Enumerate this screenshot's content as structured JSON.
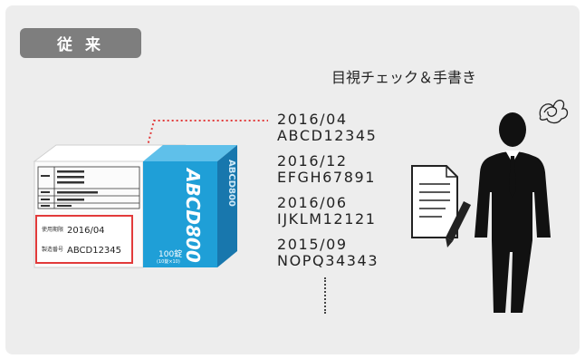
{
  "tag_label": "従 来",
  "caption": "目視チェック＆手書き",
  "entries": [
    {
      "date": "2016/04",
      "code": "ABCD12345"
    },
    {
      "date": "2016/12",
      "code": "EFGH67891"
    },
    {
      "date": "2016/06",
      "code": "IJKLM12121"
    },
    {
      "date": "2015/09",
      "code": "NOPQ34343"
    }
  ],
  "box": {
    "brand_front": "ABCD800",
    "brand_side": "ABCD800",
    "count": "100錠",
    "count_sub": "(10錠×10)",
    "label_date": "2016/04",
    "label_code": "ABCD12345",
    "expiry_label": "使用期限",
    "lot_label": "製造番号"
  },
  "colors": {
    "highlight": "#e23b3b",
    "box_blue": "#1f9fd7",
    "box_blue_dark": "#1877ad"
  }
}
